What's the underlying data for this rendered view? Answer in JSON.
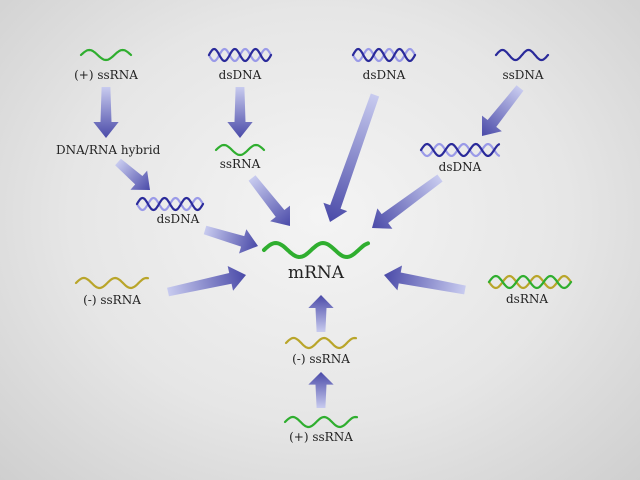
{
  "colors": {
    "green": "#2fae2f",
    "green_dark": "#1e8f1e",
    "blue_dark": "#2a2a9a",
    "blue_light": "#9a9ae8",
    "olive": "#b9a52a",
    "arrow_light": "#c8cbef",
    "arrow_dark": "#4a4aa8"
  },
  "nodes": {
    "plus_ssrna_top": "(+) ssRNA",
    "dsdna_top_1": "dsDNA",
    "dsdna_top_2": "dsDNA",
    "ssdna_top": "ssDNA",
    "dna_rna_hybrid": "DNA/RNA hybrid",
    "ssrna_mid": "ssRNA",
    "dsdna_right": "dsDNA",
    "dsdna_left": "dsDNA",
    "mrna": "mRNA",
    "minus_ssrna_left": "(-) ssRNA",
    "dsrna_right": "dsRNA",
    "minus_ssrna_bottom": "(-) ssRNA",
    "plus_ssrna_bottom": "(+) ssRNA"
  }
}
